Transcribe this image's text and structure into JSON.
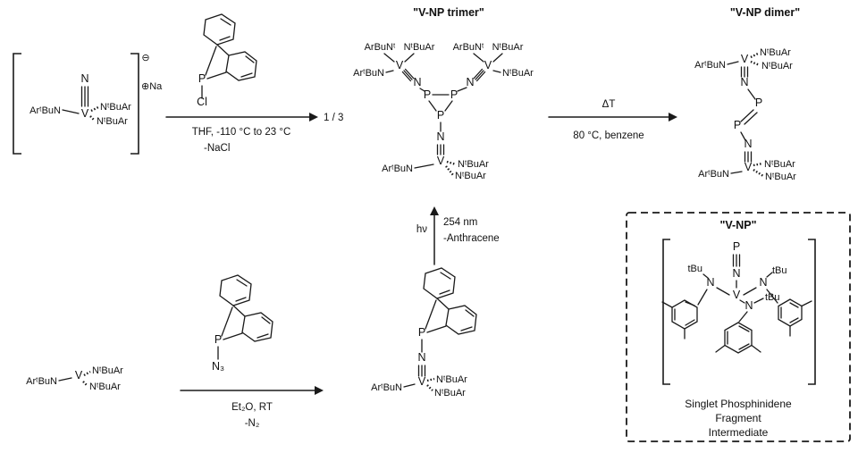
{
  "titles": {
    "trimer": "\"V-NP trimer\"",
    "dimer": "\"V-NP dimer\"",
    "vnp": "\"V-NP\""
  },
  "stoichiometry": "1 / 3",
  "atoms": {
    "V": "V",
    "N": "N",
    "P": "P"
  },
  "ligands": {
    "ArtBuN": "ArᵗBuN",
    "NtBuAr": "NᵗBuAr",
    "ArBuNt": "ArBuNᵗ",
    "tBu": "tBu"
  },
  "substituents": {
    "Cl": "Cl",
    "N3": "N₃"
  },
  "charges": {
    "minus": "⊖",
    "plus_na": "⊕Na"
  },
  "arrow1": {
    "below1": "THF, -110 °C to 23 °C",
    "below2": "-NaCl"
  },
  "arrow2": {
    "above": "ΔT",
    "below": "80 °C, benzene"
  },
  "arrow3": {
    "below1": "Et₂O, RT",
    "below2": "-N₂"
  },
  "arrow4": {
    "left": "hν",
    "right1": "254 nm",
    "right2": "-Anthracene"
  },
  "vnp_box": {
    "caption1": "Singlet Phosphinidene",
    "caption2": "Fragment",
    "caption3": "Intermediate"
  }
}
